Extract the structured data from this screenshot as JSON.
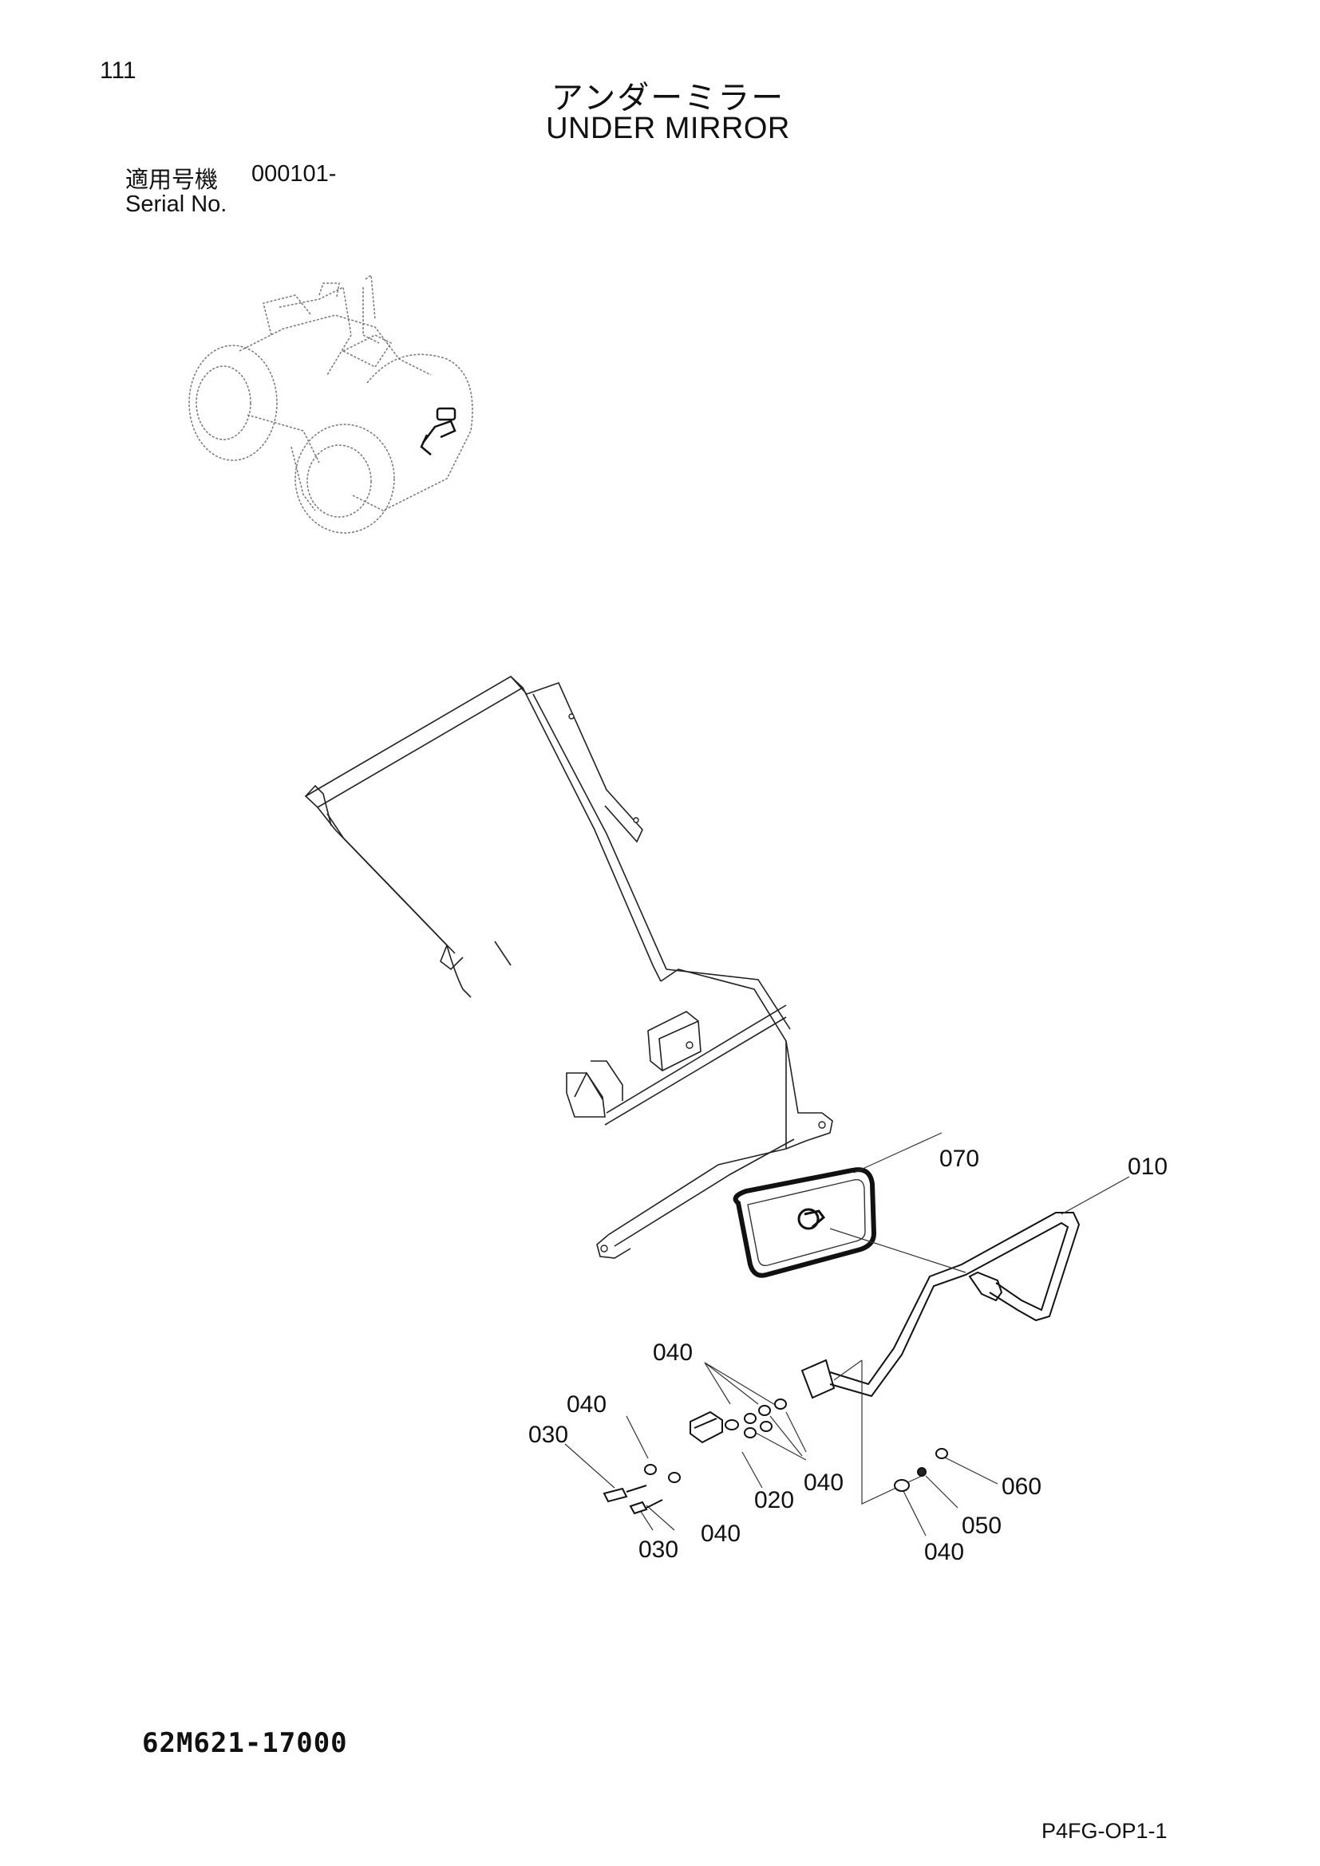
{
  "header": {
    "page_number": "111",
    "title_jp": "アンダーミラー",
    "title_en": "UNDER MIRROR"
  },
  "serial": {
    "label_jp": "適用号機",
    "value": "000101-",
    "label_en": "Serial No."
  },
  "callouts": {
    "c070": "070",
    "c010": "010",
    "c040_top": "040",
    "c040_left": "040",
    "c030_top": "030",
    "c040_right": "040",
    "c020": "020",
    "c060": "060",
    "c050": "050",
    "c030_bottom": "030",
    "c040_bottom": "040",
    "c040_lowright": "040"
  },
  "footer": {
    "part_code": "62M621-17000",
    "sheet_code": "P4FG-OP1-1"
  }
}
